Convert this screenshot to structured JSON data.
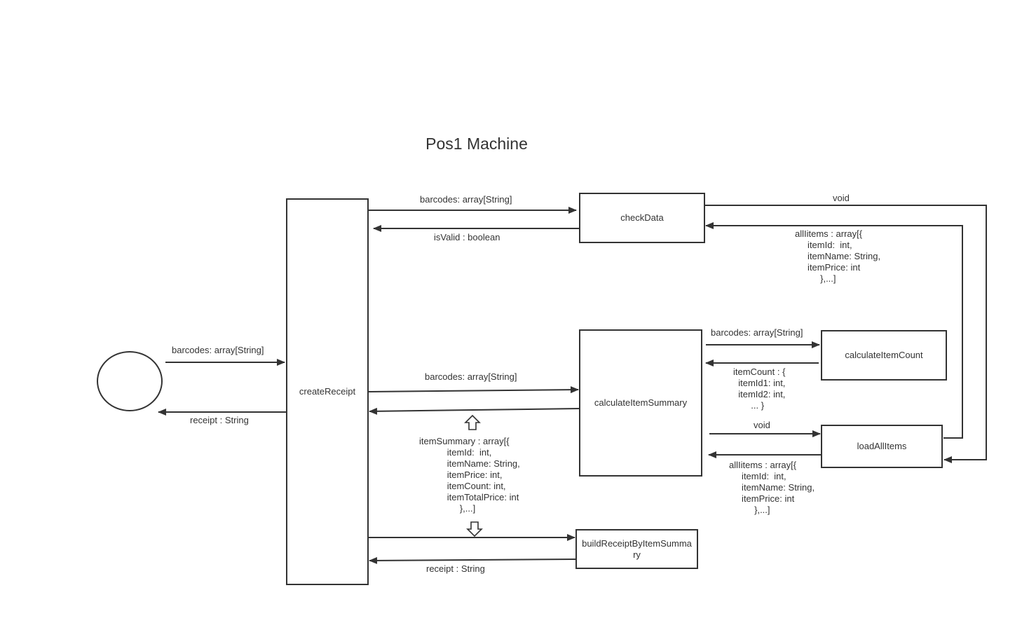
{
  "title": "Pos1 Machine",
  "boxes": {
    "create_receipt": "createReceipt",
    "check_data": "checkData",
    "calculate_item_summary": "calculateItemSummary",
    "calculate_item_count": "calculateItemCount",
    "load_all_items": "loadAllItems",
    "build_receipt": "buildReceiptByItemSummary"
  },
  "labels": {
    "actor_to_create": "barcodes: array[String]",
    "create_to_actor": "receipt : String",
    "create_to_check": "barcodes: array[String]",
    "check_to_create": "isValid : boolean",
    "check_to_load": "void",
    "load_to_check": "allIitems : array[{\n     itemId:  int,\n     itemName: String,\n     itemPrice: int\n          },...]",
    "create_to_summary": "barcodes: array[String]",
    "summary_to_create": "itemSummary : array[{\n           itemId:  int,\n           itemName: String,\n           itemPrice: int,\n           itemCount: int,\n           itemTotalPrice: int\n                },...]",
    "summary_to_count": "barcodes: array[String]",
    "count_to_summary": "itemCount : {\n  itemId1: int,\n  itemId2: int,\n       ... }",
    "summary_to_load": "void",
    "load_to_summary": "allIitems : array[{\n     itemId:  int,\n     itemName: String,\n     itemPrice: int\n          },...]",
    "build_to_create": "receipt : String"
  },
  "colors": {
    "stroke": "#333333",
    "background": "#ffffff"
  }
}
